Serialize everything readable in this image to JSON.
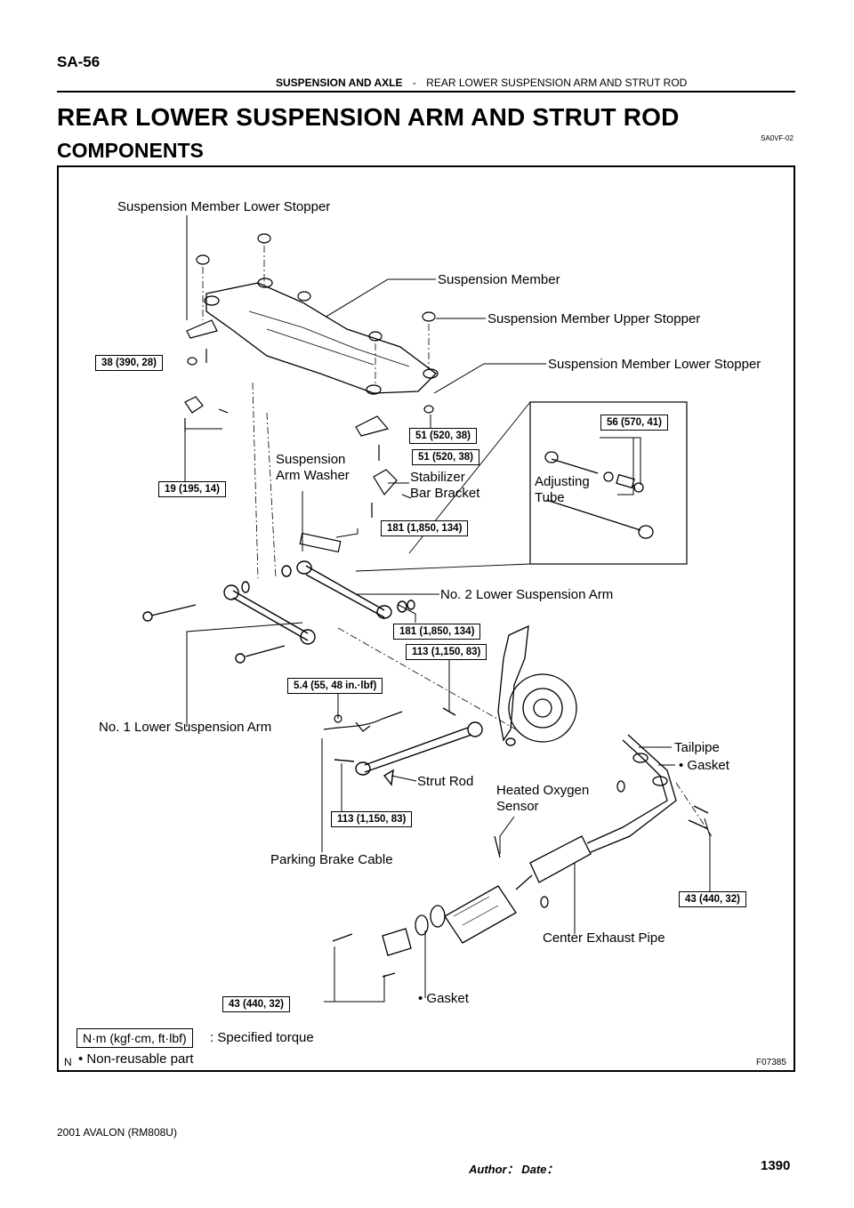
{
  "header": {
    "page_number": "SA-56",
    "section": "SUSPENSION AND AXLE",
    "separator": "-",
    "subsection": "REAR LOWER SUSPENSION ARM AND STRUT ROD"
  },
  "title": "REAR LOWER SUSPENSION ARM AND STRUT ROD",
  "subtitle": "COMPONENTS",
  "doc_code": "SA0VF-02",
  "figure": {
    "id": "F07385",
    "corner_mark": "N",
    "labels": {
      "susp_member_lower_stopper_top": "Suspension Member Lower Stopper",
      "susp_member": "Suspension Member",
      "susp_member_upper_stopper": "Suspension Member Upper Stopper",
      "susp_member_lower_stopper_right": "Suspension Member Lower Stopper",
      "susp_arm_washer_1": "Suspension",
      "susp_arm_washer_2": "Arm Washer",
      "stabilizer_1": "Stabilizer",
      "stabilizer_2": "Bar Bracket",
      "adjusting_1": "Adjusting",
      "adjusting_2": "Tube",
      "no2_arm": "No. 2 Lower Suspension Arm",
      "no1_arm": "No. 1 Lower Suspension Arm",
      "tailpipe": "Tailpipe",
      "gasket_upper": "• Gasket",
      "strut_rod": "Strut Rod",
      "heated_o2_1": "Heated Oxygen",
      "heated_o2_2": "Sensor",
      "parking_brake_cable": "Parking Brake Cable",
      "center_exhaust_pipe": "Center Exhaust Pipe",
      "gasket_lower": "• Gasket"
    },
    "torques": {
      "t38": "38 (390, 28)",
      "t19": "19 (195, 14)",
      "t51a": "51 (520, 38)",
      "t51b": "51 (520, 38)",
      "t56": "56 (570, 41)",
      "t181a": "181 (1,850, 134)",
      "t181b": "181 (1,850, 134)",
      "t113a": "113 (1,150, 83)",
      "t54": "5.4 (55, 48 in.·lbf)",
      "t113b": "113 (1,150, 83)",
      "t43a": "43 (440, 32)",
      "t43b": "43 (440, 32)"
    },
    "legend": {
      "unit_box": "N·m (kgf·cm, ft·lbf)",
      "unit_text": ": Specified torque",
      "nonreusable": "• Non-reusable part"
    }
  },
  "footer": {
    "model": "2001 AVALON   (RM808U)",
    "author_date": "Author：               Date：",
    "page": "1390"
  }
}
